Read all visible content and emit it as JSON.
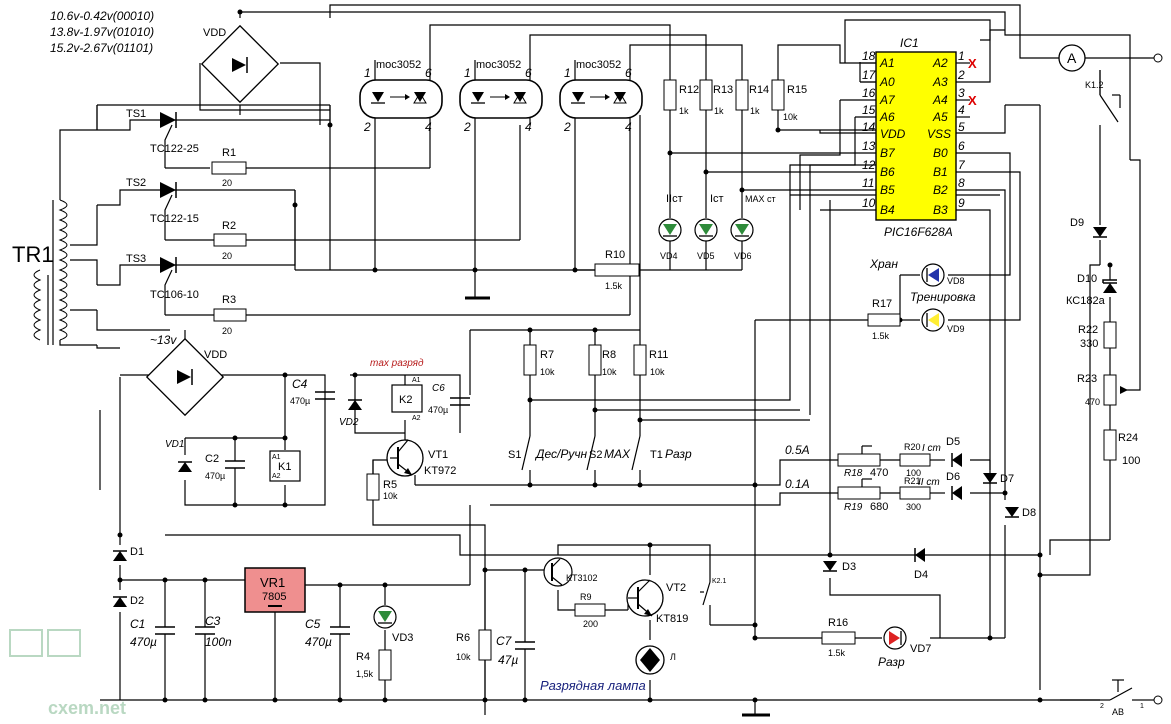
{
  "notes": [
    "10.6v-0.42v(00010)",
    "13.8v-1.97v(01010)",
    "15.2v-2.67v(01101)"
  ],
  "transformer": "TR1",
  "bridges": {
    "top": "VDD",
    "bottom": "VDD",
    "bottom_voltage": "~13v"
  },
  "thyristors": [
    {
      "name": "TS1",
      "type": "TC122-25"
    },
    {
      "name": "TS2",
      "type": "TC122-15"
    },
    {
      "name": "TS3",
      "type": "TC106-10"
    }
  ],
  "gate_resistors": [
    {
      "name": "R1",
      "value": "20"
    },
    {
      "name": "R2",
      "value": "20"
    },
    {
      "name": "R3",
      "value": "20"
    }
  ],
  "optos": [
    {
      "label": "moc3052",
      "pins": [
        "1",
        "6",
        "2",
        "4"
      ]
    },
    {
      "label": "moc3052",
      "pins": [
        "1",
        "6",
        "2",
        "4"
      ]
    },
    {
      "label": "moc3052",
      "pins": [
        "1",
        "6",
        "2",
        "4"
      ]
    }
  ],
  "top_resistors": [
    {
      "name": "R12",
      "value": "1k"
    },
    {
      "name": "R13",
      "value": "1k"
    },
    {
      "name": "R14",
      "value": "1k"
    },
    {
      "name": "R15",
      "value": "10k"
    }
  ],
  "ic": {
    "name": "IC1",
    "part": "PIC16F628A",
    "left_pins": [
      {
        "num": "18",
        "name": "A1"
      },
      {
        "num": "17",
        "name": "A0"
      },
      {
        "num": "16",
        "name": "A7"
      },
      {
        "num": "15",
        "name": "A6"
      },
      {
        "num": "14",
        "name": "VDD"
      },
      {
        "num": "13",
        "name": "B7"
      },
      {
        "num": "12",
        "name": "B6"
      },
      {
        "num": "11",
        "name": "B5"
      },
      {
        "num": "10",
        "name": "B4"
      }
    ],
    "right_pins": [
      {
        "num": "1",
        "name": "A2"
      },
      {
        "num": "2",
        "name": "A3"
      },
      {
        "num": "3",
        "name": "A4"
      },
      {
        "num": "4",
        "name": "A5"
      },
      {
        "num": "5",
        "name": "VSS"
      },
      {
        "num": "6",
        "name": "B0"
      },
      {
        "num": "7",
        "name": "B1"
      },
      {
        "num": "8",
        "name": "B2"
      },
      {
        "num": "9",
        "name": "B3"
      }
    ],
    "nc_mark": "X"
  },
  "leds_top": [
    {
      "name": "VD4",
      "label": "IIст"
    },
    {
      "name": "VD5",
      "label": "Iст"
    },
    {
      "name": "VD6",
      "label": "MAX ст"
    }
  ],
  "r10": {
    "name": "R10",
    "value": "1.5k"
  },
  "r17": {
    "name": "R17",
    "value": "1.5k"
  },
  "vd8": {
    "name": "VD8",
    "label": "Хран"
  },
  "vd9": {
    "name": "VD9",
    "label": "Тренировка"
  },
  "ammeter": "A",
  "relay_k12": "K1.2",
  "d9": "D9",
  "d10": {
    "name": "D10",
    "type": "КС182а"
  },
  "r22": {
    "name": "R22",
    "value": "330"
  },
  "r23": {
    "name": "R23",
    "value": "470"
  },
  "r24": {
    "name": "R24",
    "value": "100"
  },
  "mid_resistors": [
    {
      "name": "R7",
      "value": "10k"
    },
    {
      "name": "R8",
      "value": "10k"
    },
    {
      "name": "R11",
      "value": "10k"
    }
  ],
  "switches": [
    {
      "name": "S1",
      "label": "Дес/Ручн"
    },
    {
      "name": "S2",
      "label": "MAX"
    },
    {
      "name": "T1",
      "label": "Разр"
    }
  ],
  "c4": {
    "name": "C4",
    "value": "470µ"
  },
  "c6": {
    "name": "C6",
    "value": "470µ"
  },
  "max_discharge": "max разряд",
  "k2": {
    "name": "K2",
    "a1": "A1",
    "a2": "A2"
  },
  "k1": {
    "name": "K1",
    "a1": "A1",
    "a2": "A2"
  },
  "vd1": "VD1",
  "vd2": "VD2",
  "c2": {
    "name": "C2",
    "value": "470µ"
  },
  "vt1": {
    "name": "VT1",
    "type": "KT972"
  },
  "r5": {
    "name": "R5",
    "value": "10k"
  },
  "current_branch": [
    {
      "current": "0.5A",
      "trim": "R18",
      "trim_value": "470",
      "res": "R20",
      "res_value": "100",
      "diode": "D5",
      "note": "I ст"
    },
    {
      "current": "0.1A",
      "trim": "R19",
      "trim_value": "680",
      "res": "R21",
      "res_value": "300",
      "diode": "D6",
      "note": "II ст"
    }
  ],
  "d7": "D7",
  "d8": "D8",
  "d1": "D1",
  "d2": "D2",
  "d3": "D3",
  "d4": "D4",
  "vr1": {
    "name": "VR1",
    "type": "7805"
  },
  "c1": {
    "name": "C1",
    "value": "470µ"
  },
  "c3": {
    "name": "C3",
    "value": "100n"
  },
  "c5": {
    "name": "C5",
    "value": "470µ"
  },
  "vd3": "VD3",
  "r4": {
    "name": "R4",
    "value": "1,5k"
  },
  "r6": {
    "name": "R6",
    "value": "10k"
  },
  "c7": {
    "name": "C7",
    "value": "47µ"
  },
  "kt3102": "KT3102",
  "r9": {
    "name": "R9",
    "value": "200"
  },
  "vt2": {
    "name": "VT2",
    "type": "KT819"
  },
  "k21": "K2.1",
  "lamp": "Л",
  "lamp_caption": "Разрядная лампа",
  "r16": {
    "name": "R16",
    "value": "1.5k"
  },
  "vd7": {
    "name": "VD7",
    "label": "Разр"
  },
  "av": {
    "name": "AB",
    "pin1": "1",
    "pin2": "2"
  },
  "watermark": "cxem.net",
  "colors": {
    "ic": "#ffff00",
    "vr": "#ef8f8f",
    "led_green": "#2e8b3a",
    "led_blue": "#2233aa",
    "led_yellow": "#ffee33",
    "led_red": "#dd2222",
    "caption": "#1a237e"
  }
}
